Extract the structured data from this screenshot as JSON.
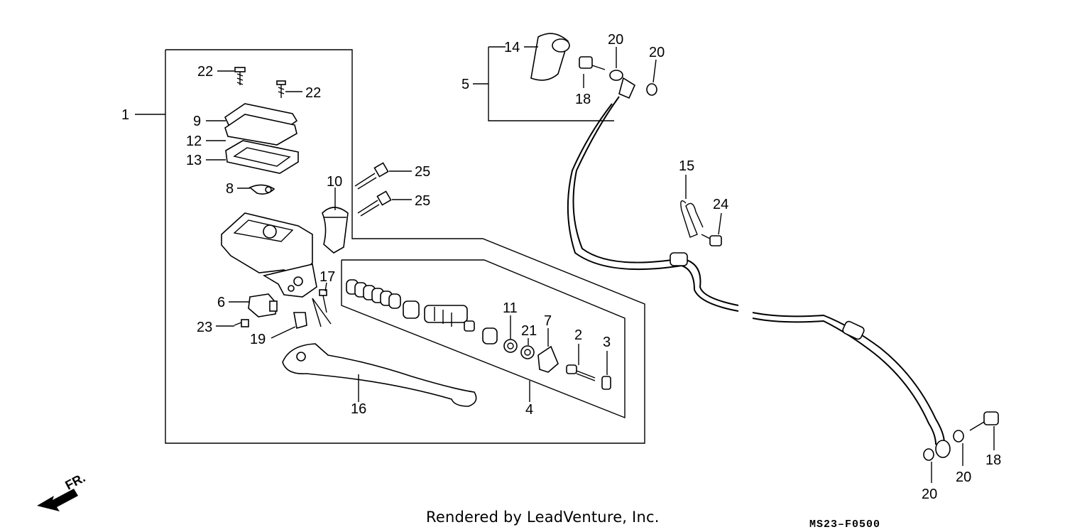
{
  "callouts": {
    "c1": "1",
    "c2": "2",
    "c3": "3",
    "c4": "4",
    "c5": "5",
    "c6": "6",
    "c7": "7",
    "c8": "8",
    "c9": "9",
    "c10": "10",
    "c11": "11",
    "c12": "12",
    "c13": "13",
    "c14": "14",
    "c15": "15",
    "c16": "16",
    "c17": "17",
    "c18a": "18",
    "c18b": "18",
    "c19": "19",
    "c20a": "20",
    "c20b": "20",
    "c20c": "20",
    "c20d": "20",
    "c21": "21",
    "c22a": "22",
    "c22b": "22",
    "c23": "23",
    "c24": "24",
    "c25a": "25",
    "c25b": "25"
  },
  "direction_label": "FR.",
  "footer": {
    "credit": "Rendered by LeadVenture, Inc.",
    "code": "MS23–F0500"
  }
}
